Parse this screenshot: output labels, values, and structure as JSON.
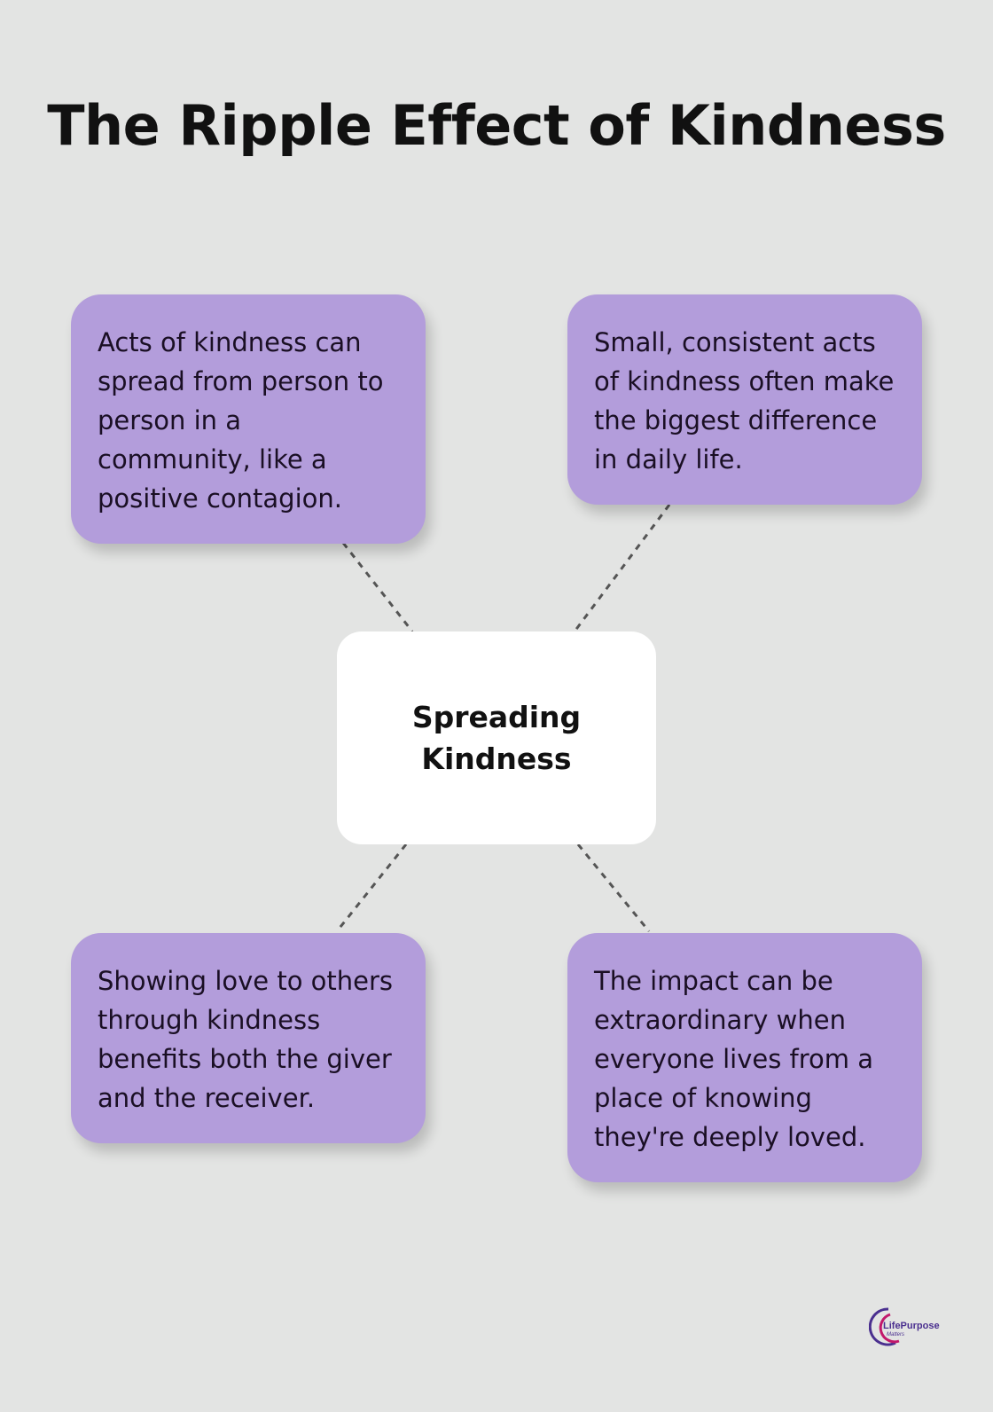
{
  "title": "The Ripple Effect of Kindness",
  "center": {
    "label": "Spreading Kindness"
  },
  "cards": [
    {
      "text": "Acts of kindness can spread from person to person in a community, like a positive contagion."
    },
    {
      "text": "Small, consistent acts of kindness often make the biggest difference in daily life."
    },
    {
      "text": "Showing love to others through kindness benefits both the giver and the receiver."
    },
    {
      "text": "The impact can be extraordinary when everyone lives from a place of knowing they're deeply loved."
    }
  ],
  "logo": {
    "text": "LifePurpose Matters"
  },
  "colors": {
    "card": "#b39ddb",
    "background": "#e3e4e3"
  }
}
